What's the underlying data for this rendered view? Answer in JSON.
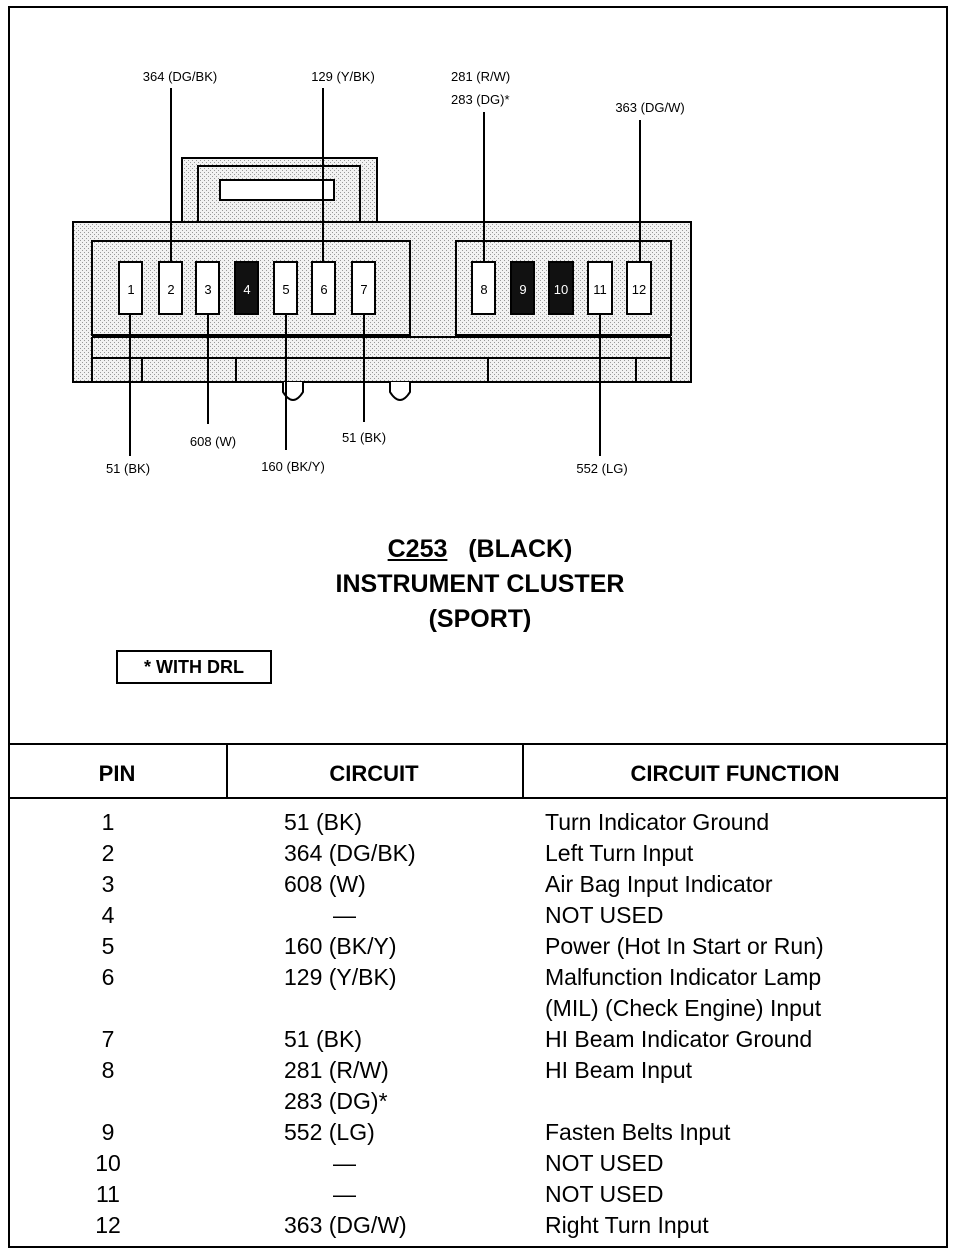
{
  "connector": {
    "title_code": "C253",
    "title_color": "(BLACK)",
    "title_line2": "INSTRUMENT CLUSTER",
    "title_line3": "(SPORT)",
    "note": "* WITH DRL",
    "pins": [
      {
        "label": "1",
        "used": true
      },
      {
        "label": "2",
        "used": true
      },
      {
        "label": "3",
        "used": true
      },
      {
        "label": "4",
        "used": false
      },
      {
        "label": "5",
        "used": true
      },
      {
        "label": "6",
        "used": true
      },
      {
        "label": "7",
        "used": true
      },
      {
        "label": "8",
        "used": true
      },
      {
        "label": "9",
        "used": false
      },
      {
        "label": "10",
        "used": false
      },
      {
        "label": "11",
        "used": true
      },
      {
        "label": "12",
        "used": true
      }
    ],
    "wire_labels": {
      "pin2": "364 (DG/BK)",
      "pin6": "129 (Y/BK)",
      "pin8a": "281 (R/W)",
      "pin8b": "283 (DG)*",
      "pin12": "363 (DG/W)",
      "pin1": "51 (BK)",
      "pin3": "608 (W)",
      "pin5": "160 (BK/Y)",
      "pin7": "51 (BK)",
      "pin11": "552 (LG)"
    }
  },
  "table": {
    "headers": {
      "pin": "PIN",
      "circuit": "CIRCUIT",
      "function": "CIRCUIT FUNCTION"
    },
    "rows": [
      {
        "pin": "1",
        "circuit": "51 (BK)",
        "function": "Turn Indicator Ground"
      },
      {
        "pin": "2",
        "circuit": "364 (DG/BK)",
        "function": "Left Turn Input"
      },
      {
        "pin": "3",
        "circuit": "608 (W)",
        "function": "Air Bag Input Indicator"
      },
      {
        "pin": "4",
        "circuit": "—",
        "function": "NOT USED"
      },
      {
        "pin": "5",
        "circuit": "160 (BK/Y)",
        "function": "Power (Hot In Start or Run)"
      },
      {
        "pin": "6",
        "circuit": "129 (Y/BK)",
        "function": "Malfunction Indicator Lamp"
      },
      {
        "pin": "",
        "circuit": "",
        "function": "(MIL) (Check Engine) Input"
      },
      {
        "pin": "7",
        "circuit": "51 (BK)",
        "function": "HI Beam Indicator Ground"
      },
      {
        "pin": "8",
        "circuit": "281 (R/W)",
        "function": "HI Beam Input"
      },
      {
        "pin": "",
        "circuit": "283 (DG)*",
        "function": ""
      },
      {
        "pin": "9",
        "circuit": "552 (LG)",
        "function": "Fasten Belts Input"
      },
      {
        "pin": "10",
        "circuit": "—",
        "function": "NOT USED"
      },
      {
        "pin": "11",
        "circuit": "—",
        "function": "NOT USED"
      },
      {
        "pin": "12",
        "circuit": "363 (DG/W)",
        "function": "Right Turn Input"
      }
    ]
  }
}
